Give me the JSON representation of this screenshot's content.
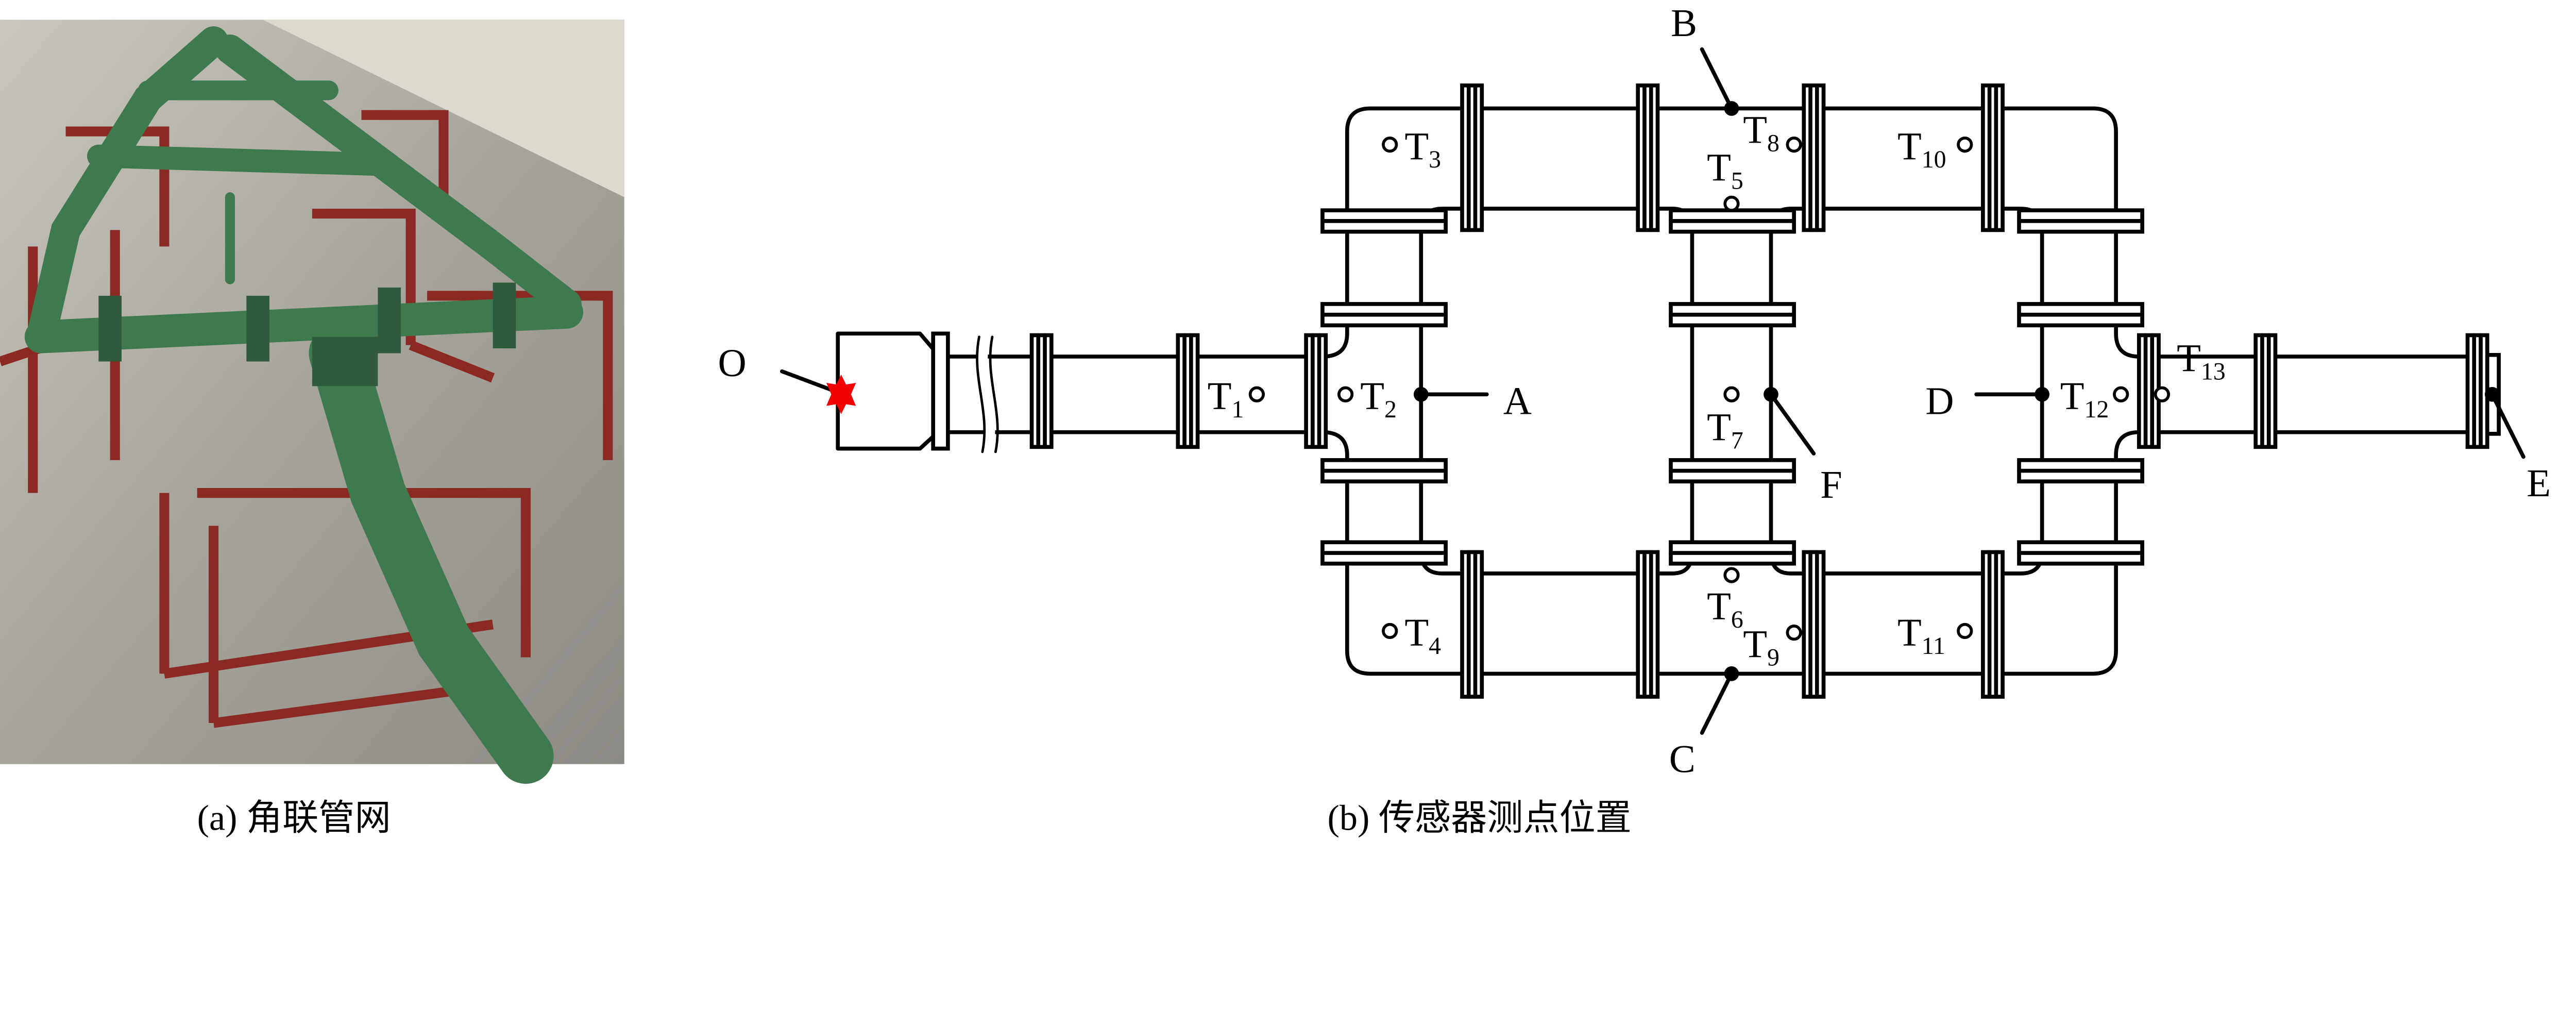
{
  "captions": {
    "a": "(a)  角联管网",
    "b": "(b)  传感器测点位置"
  },
  "points": {
    "O": "O",
    "A": "A",
    "B": "B",
    "C": "C",
    "D": "D",
    "E": "E",
    "F": "F"
  },
  "sensors": [
    {
      "main": "T",
      "sub": "1"
    },
    {
      "main": "T",
      "sub": "2"
    },
    {
      "main": "T",
      "sub": "3"
    },
    {
      "main": "T",
      "sub": "4"
    },
    {
      "main": "T",
      "sub": "5"
    },
    {
      "main": "T",
      "sub": "6"
    },
    {
      "main": "T",
      "sub": "7"
    },
    {
      "main": "T",
      "sub": "8"
    },
    {
      "main": "T",
      "sub": "9"
    },
    {
      "main": "T",
      "sub": "10"
    },
    {
      "main": "T",
      "sub": "11"
    },
    {
      "main": "T",
      "sub": "12"
    },
    {
      "main": "T",
      "sub": "13"
    }
  ],
  "colors": {
    "ignition": "#f40000",
    "pipe_photo": "#3f7a4f",
    "frame_photo": "#8a2a22",
    "floor_photo": "#9a9890"
  },
  "icons": {
    "ignition": "red-star-burst-icon"
  }
}
